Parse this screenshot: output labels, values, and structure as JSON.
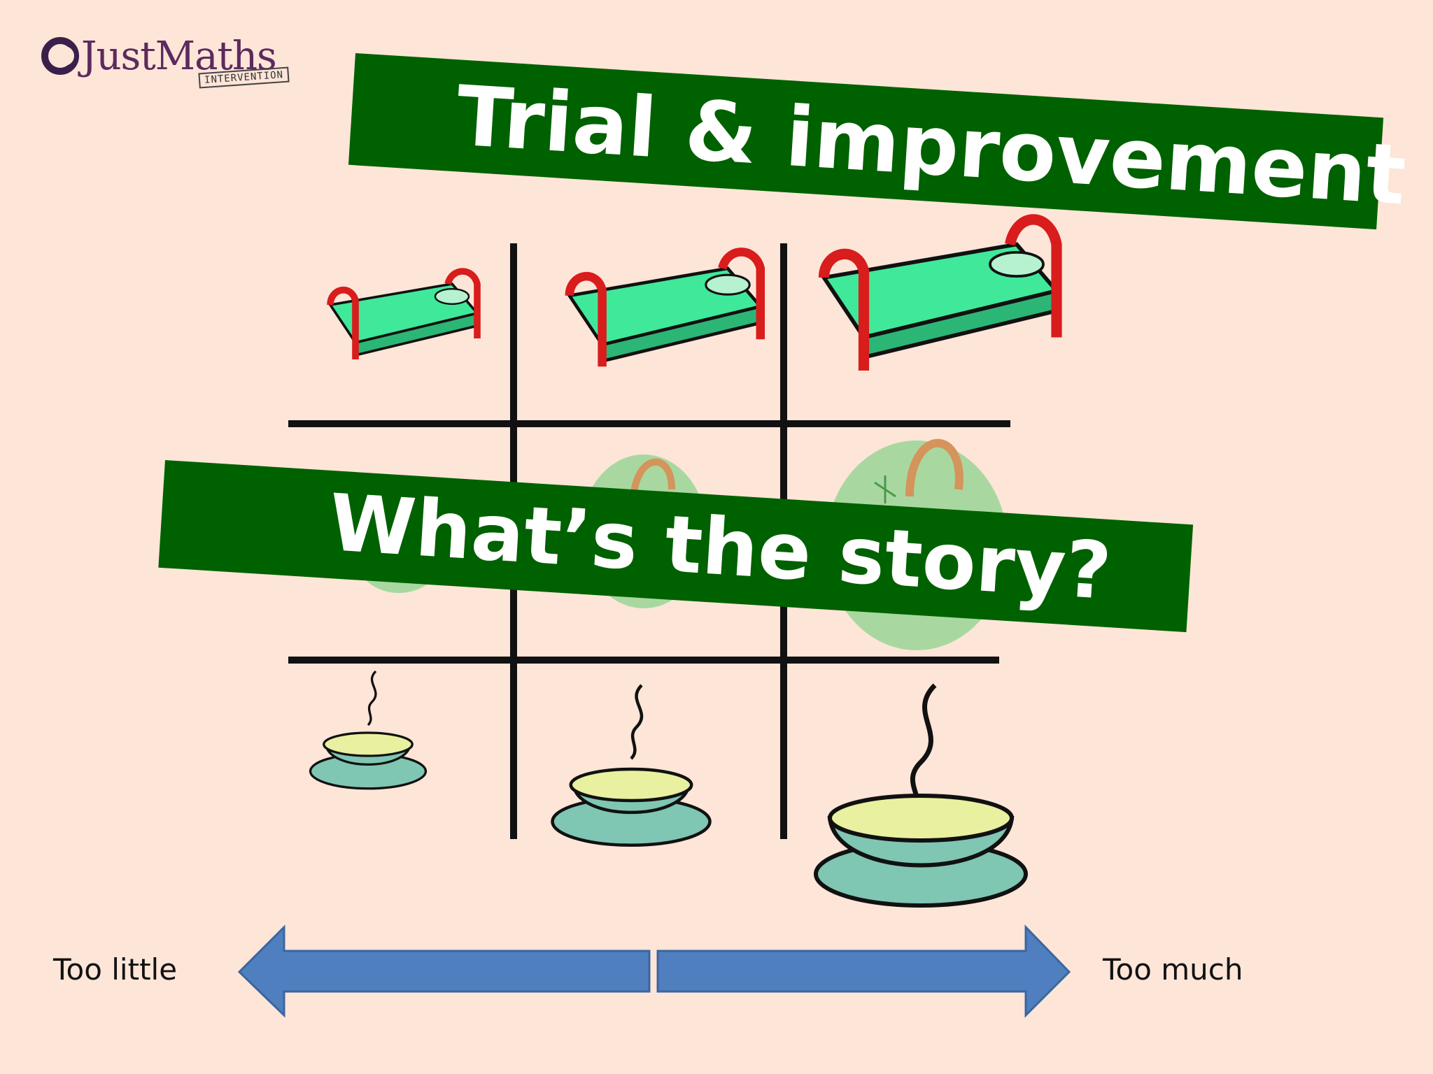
{
  "logo": {
    "name": "JustMaths",
    "tag": "INTERVENTION"
  },
  "title": "Trial & improvement",
  "subtitle": "What’s the story?",
  "scale": {
    "left_label": "Too little",
    "right_label": "Too much"
  },
  "colors": {
    "background": "#fde5d8",
    "banner": "#006100",
    "arrow": "#4f7fbe",
    "bed_frame": "#d91c1c",
    "bed_sheet": "#40e89a",
    "bowl": "#7fc6b3",
    "soup": "#e9f0a0"
  },
  "rows": [
    {
      "row": "beds",
      "icons": [
        "small-bed-icon",
        "medium-bed-icon",
        "large-bed-icon"
      ]
    },
    {
      "row": "chairs",
      "icons": [
        "small-chair-icon",
        "medium-chair-icon",
        "large-chair-icon"
      ]
    },
    {
      "row": "porridge",
      "icons": [
        "small-porridge-bowl-icon",
        "medium-porridge-bowl-icon",
        "large-porridge-bowl-icon"
      ]
    }
  ]
}
